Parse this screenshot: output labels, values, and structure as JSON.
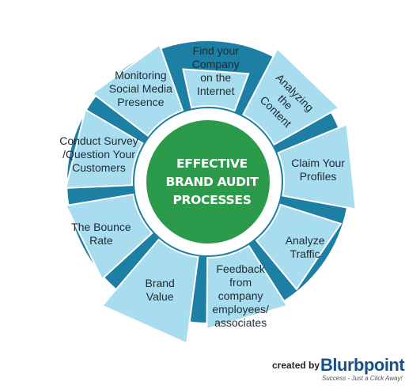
{
  "center": {
    "line1": "EFFECTIVE",
    "line2": "BRAND AUDIT",
    "line3": "PROCESSES"
  },
  "segments": [
    {
      "label": "Find your\nCompany\non the\nInternet"
    },
    {
      "label": "Analyzing\nthe\nContent"
    },
    {
      "label": "Claim Your\nProfiles"
    },
    {
      "label": "Analyze\nTraffic"
    },
    {
      "label": "Feedback\nfrom\ncompany\nemployees/\nassociates"
    },
    {
      "label": "Brand\nValue"
    },
    {
      "label": "The Bounce\nRate"
    },
    {
      "label": "Conduct Survey\n/Question Your\nCustomers"
    },
    {
      "label": "Monitoring\nSocial Media\nPresence"
    }
  ],
  "credit": {
    "created_by": "created by",
    "brand": "Blurbpoint",
    "tagline": "Success - Just a Click Away!"
  },
  "colors": {
    "segment": "#a8dcef",
    "segment_stroke": "#ffffff",
    "ring": "#1d7fa3",
    "center": "#2b9a4a",
    "brand": "#1c4f8a"
  }
}
